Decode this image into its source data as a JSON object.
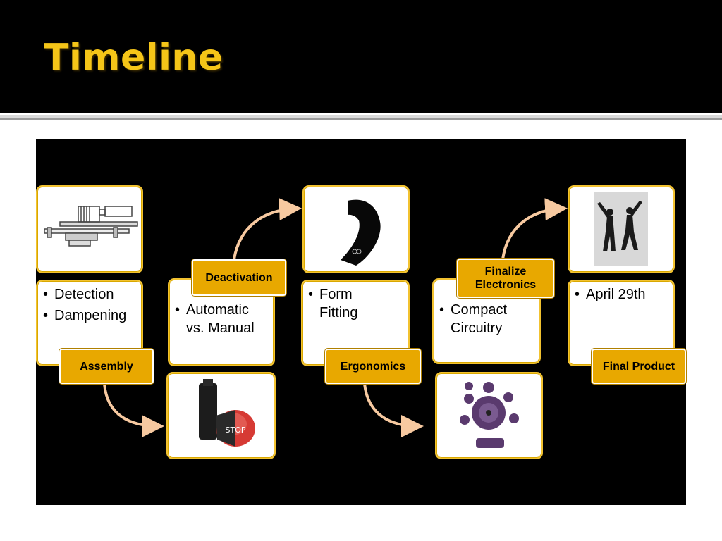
{
  "slide": {
    "title": "Timeline"
  },
  "steps": [
    {
      "label": "Assembly",
      "bullets": [
        "Detection",
        "Dampening"
      ],
      "image": "mechanical-drawing"
    },
    {
      "label": "Deactivation",
      "bullets": [
        "Automatic vs. Manual"
      ],
      "image": "stop-button"
    },
    {
      "label": "Ergonomics",
      "bullets": [
        "Form Fitting"
      ],
      "image": "compression-sleeve"
    },
    {
      "label": "Finalize\nElectronics",
      "bullets": [
        "Compact Circuitry"
      ],
      "image": "circuit-board"
    },
    {
      "label": "Final Product",
      "bullets": [
        "April 29th"
      ],
      "image": "runners-silhouette"
    }
  ],
  "colors": {
    "accent": "#e8a800",
    "border": "#f2c230",
    "title": "#f5c518",
    "arrow": "#f7c9a0",
    "background": "#000000"
  }
}
